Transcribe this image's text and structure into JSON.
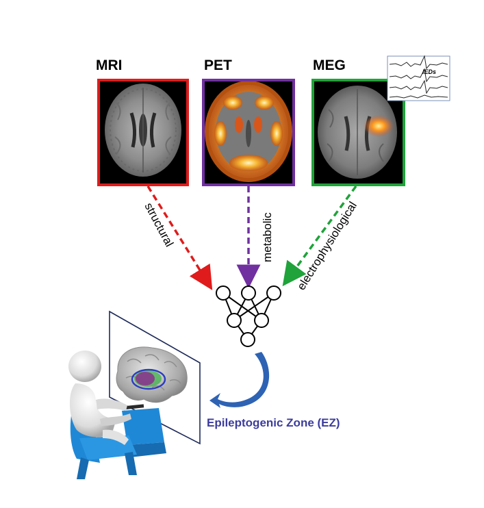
{
  "modalities": [
    {
      "label": "MRI",
      "color": "#e01b1b",
      "edge_label": "structural"
    },
    {
      "label": "PET",
      "color": "#7030a0",
      "edge_label": "metabolic"
    },
    {
      "label": "MEG",
      "color": "#1fa33a",
      "edge_label": "electrophysiological"
    }
  ],
  "meg_inset_label": "IEDs",
  "output_label": "Epileptogenic Zone (EZ)",
  "output_color": "#3b3b9e",
  "arrow_color": "#2e63b4",
  "chair_color": "#1f88d6"
}
